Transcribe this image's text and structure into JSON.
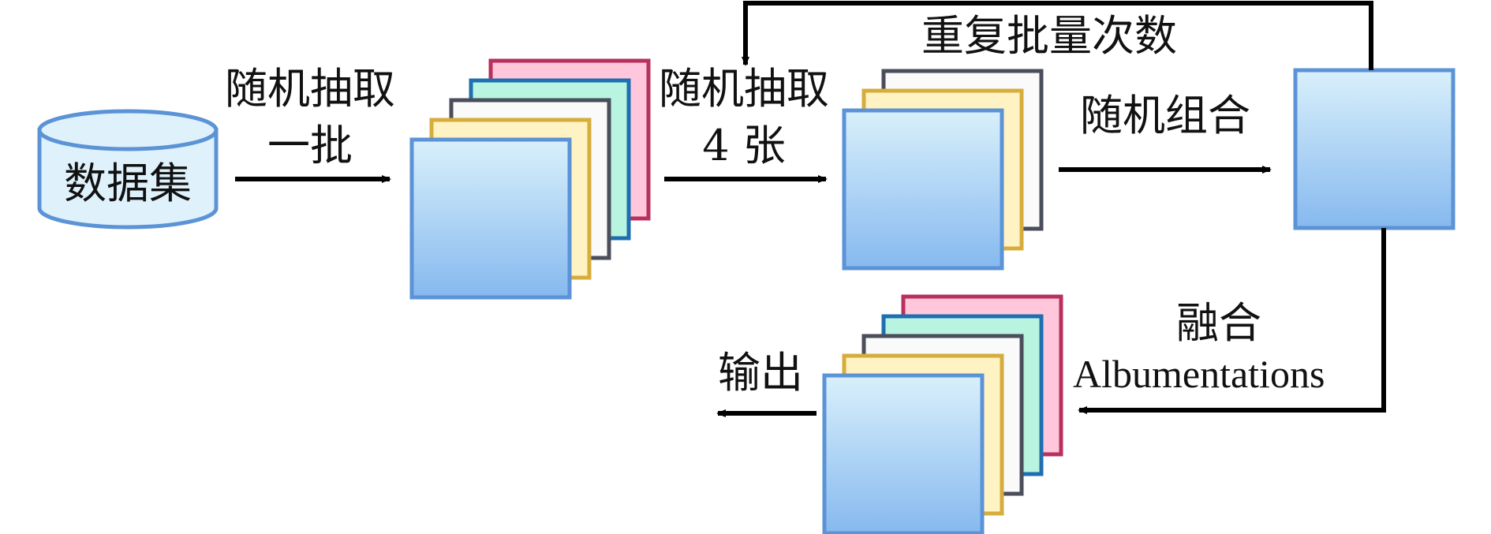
{
  "labels": {
    "dataset": "数据集",
    "step1_line1": "随机抽取",
    "step1_line2": "一批",
    "step2_line1": "随机抽取",
    "step2_line2": "4 张",
    "repeat": "重复批量次数",
    "combine": "随机组合",
    "fuse_line1": "融合",
    "fuse_line2": "Albumentations",
    "output": "输出"
  },
  "colors": {
    "cylinder_fill": "#dff1fb",
    "cylinder_stroke": "#5b93d6",
    "card_blue_top": "#d9f0fb",
    "card_blue_bottom": "#86b9ef",
    "card_blue_stroke": "#5b93d6",
    "card_yellow_fill": "#fff3c4",
    "card_yellow_stroke": "#d6ad3c",
    "card_white_fill": "#fafafa",
    "card_white_stroke": "#4a4d5a",
    "card_teal_fill": "#b8f4e0",
    "card_teal_stroke": "#1f6fb0",
    "card_pink_fill": "#ffc6dc",
    "card_pink_stroke": "#b8305c",
    "arrow": "#000000"
  }
}
